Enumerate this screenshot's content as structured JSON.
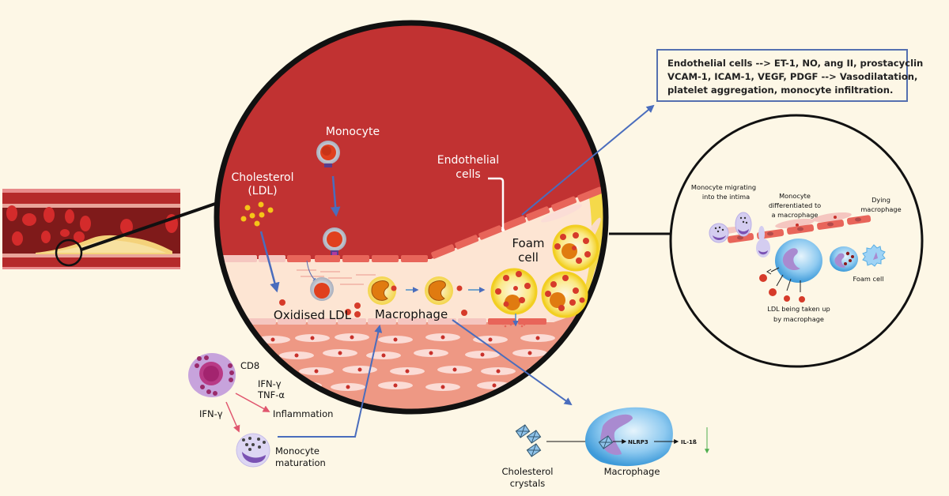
{
  "diagram": {
    "title": "Atherosclerosis plaque formation",
    "colors": {
      "background": "#fdf7e6",
      "blood": "#c13232",
      "intima": "#fde5d3",
      "media": "#ee9884",
      "arrow": "#4a6dbd",
      "ldl": "#f5c518",
      "red_dot": "#d63b2a",
      "foam_yellow": "#f7d93a"
    },
    "main_circle": {
      "labels": {
        "monocyte": "Monocyte",
        "cholesterol_line1": "Cholesterol",
        "cholesterol_line2": "(LDL)",
        "endothelial_line1": "Endothelial",
        "endothelial_line2": "cells",
        "foam_line1": "Foam",
        "foam_line2": "cell",
        "oxidised_ldl": "Oxidised LDL",
        "macrophage": "Macrophage"
      }
    },
    "info_box": {
      "lines": [
        "Endothelial cells --> ET-1, NO, ang II, prostacyclin",
        "VCAM-1, ICAM-1, VEGF, PDGF --> Vasodilatation,",
        "platelet aggregation, monocyte infiltration."
      ]
    },
    "detail_circle": {
      "labels": {
        "migrating_line1": "Monocyte migrating",
        "migrating_line2": "into the intima",
        "differentiated_line1": "Monocyte",
        "differentiated_line2": "differentiated to",
        "differentiated_line3": "a macrophage",
        "dying_line1": "Dying",
        "dying_line2": "macrophage",
        "foam_cell": "Foam cell",
        "ldl_uptake_line1": "LDL being taken up",
        "ldl_uptake_line2": "by macrophage"
      }
    },
    "immune_panel": {
      "cd8": "CD8",
      "cytokines_line1": "IFN-γ",
      "cytokines_line2": "TNF-α",
      "ifn": "IFN-γ",
      "inflammation": "Inflammation",
      "maturation_line1": "Monocyte",
      "maturation_line2": "maturation"
    },
    "inflammasome_panel": {
      "crystals_line1": "Cholesterol",
      "crystals_line2": "crystals",
      "macrophage": "Macrophage",
      "nlrp3": "NLRP3",
      "il1b": "IL-1ß"
    }
  }
}
